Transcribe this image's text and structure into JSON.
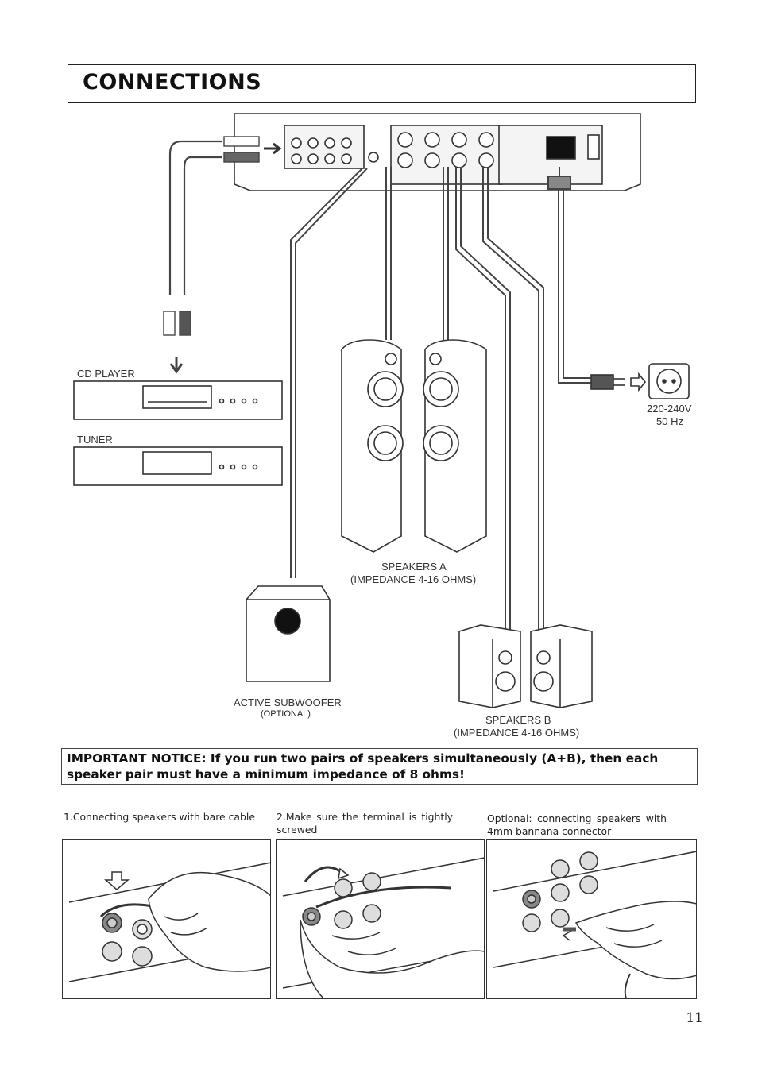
{
  "page": {
    "title": "CONNECTIONS",
    "page_number": "11"
  },
  "diagram": {
    "cd_player_label": "CD PLAYER",
    "tuner_label": "TUNER",
    "speakers_a_label": "SPEAKERS A",
    "speakers_a_impedance": "(IMPEDANCE 4-16 OHMS)",
    "speakers_b_label": "SPEAKERS B",
    "speakers_b_impedance": "(IMPEDANCE 4-16 OHMS)",
    "subwoofer_label": "ACTIVE SUBWOOFER",
    "subwoofer_optional": "(OPTIONAL)",
    "power_voltage": "220-240V",
    "power_frequency": "50 Hz"
  },
  "notice": {
    "text": "IMPORTANT NOTICE: If you run two pairs of speakers simultaneously (A+B), then each speaker pair must have a minimum impedance of 8 ohms!"
  },
  "steps": [
    {
      "caption": "1.Connecting speakers with bare cable"
    },
    {
      "caption": "2.Make sure the terminal is tightly screwed"
    },
    {
      "caption": "Optional: connecting speakers with 4mm bannana connector"
    }
  ]
}
